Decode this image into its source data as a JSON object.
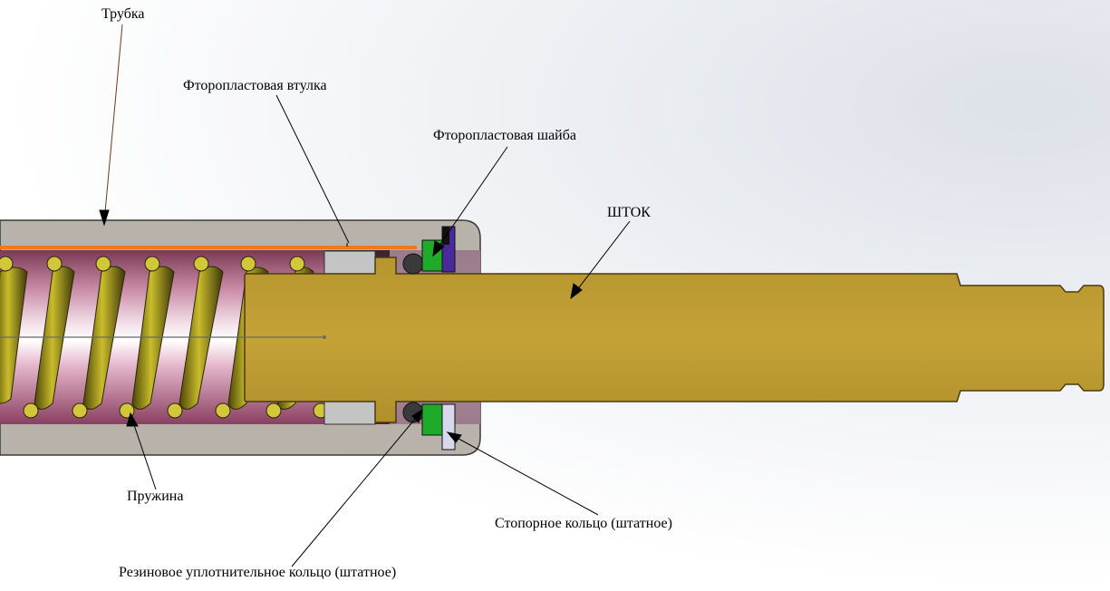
{
  "labels": {
    "tube": "Трубка",
    "ptfe_bushing": "Фторопластовая втулка",
    "ptfe_washer": "Фторопластовая шайба",
    "rod": "ШТОК",
    "spring": "Пружина",
    "retaining_ring": "Стопорное кольцо (штатное)",
    "oring": "Резиновое уплотнительное кольцо (штатное)"
  },
  "colors": {
    "tube": "#b9b2aa",
    "tube_outline": "#3a3a3a",
    "rod": "#bc9a33",
    "spring": "#d2c63a",
    "spring_dark": "#5a5410",
    "interior_pink": "#b56a8a",
    "orange_line": "#f07a1a",
    "bushing": "#c4c4c4",
    "washer_green": "#1faa2a",
    "retaining_purple": "#4a2a9a",
    "retaining_lavender": "#d7d7ee"
  }
}
